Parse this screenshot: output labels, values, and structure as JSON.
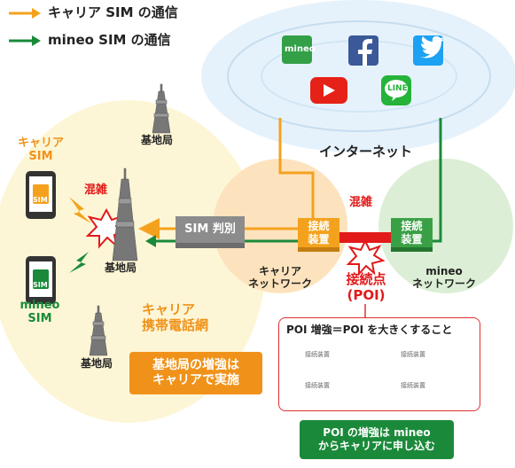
{
  "legend": {
    "carrier": "キャリア SIM の通信",
    "mineo": "mineo SIM の通信"
  },
  "internet": {
    "label": "インターネット",
    "icons": [
      "mineo",
      "facebook",
      "twitter",
      "youtube",
      "LINE"
    ],
    "mineo_text": "mineo",
    "line_text": "LINE"
  },
  "carrier_area": {
    "carrier_sim": "キャリア\nSIM",
    "mineo_sim": "mineo\nSIM",
    "congestion": "混雑",
    "base_station": "基地局",
    "network_name": "キャリア\n携帯電話網",
    "note": "基地局の増強は\nキャリアで実施",
    "sim_chip": "SIM"
  },
  "center": {
    "sim_judge": "SIM 判別",
    "carrier_device": "接続\n装置",
    "mineo_device": "接続\n装置",
    "carrier_network": "キャリア\nネットワーク",
    "mineo_network": "mineo\nネットワーク",
    "congestion": "混雑",
    "poi": "接続点\n(POI)"
  },
  "callout": {
    "title": "POI 増強＝POI を大きくすること",
    "device_label": "接続装置"
  },
  "footer_note": "POI の増強は mineo\nからキャリアに申し込む",
  "colors": {
    "orange": "#f4a21e",
    "green": "#1a8a3a",
    "red": "#e21a1a",
    "sky": "#e6f2fb",
    "carrier_net": "#fde3bd",
    "mineo_net": "#dcefd6",
    "carrier_area": "#fdf6d6"
  }
}
